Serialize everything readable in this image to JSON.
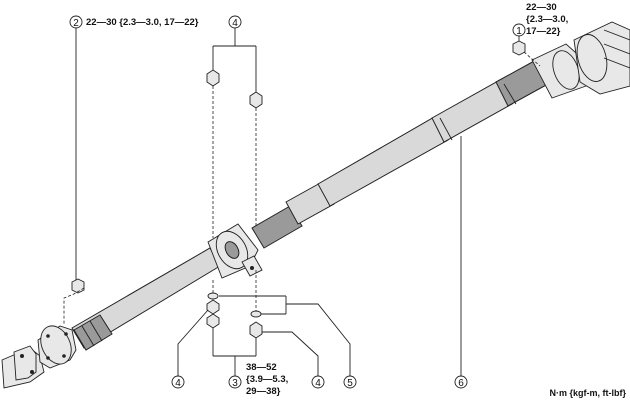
{
  "callouts": [
    {
      "id": "c1",
      "num": "1",
      "torque_lines": [
        "22—30",
        "{2.3—3.0,",
        "17—22}"
      ]
    },
    {
      "id": "c2",
      "num": "2",
      "torque_lines": [
        "22—30 {2.3—3.0, 17—22}"
      ]
    },
    {
      "id": "c3",
      "num": "3",
      "torque_lines": [
        "38—52",
        "{3.9—5.3,",
        "29—38}"
      ]
    },
    {
      "id": "c4a",
      "num": "4"
    },
    {
      "id": "c4b",
      "num": "4"
    },
    {
      "id": "c4c",
      "num": "4"
    },
    {
      "id": "c5",
      "num": "5"
    },
    {
      "id": "c6",
      "num": "6"
    }
  ],
  "units_label": "N·m {kgf-m, ft-lbf}"
}
